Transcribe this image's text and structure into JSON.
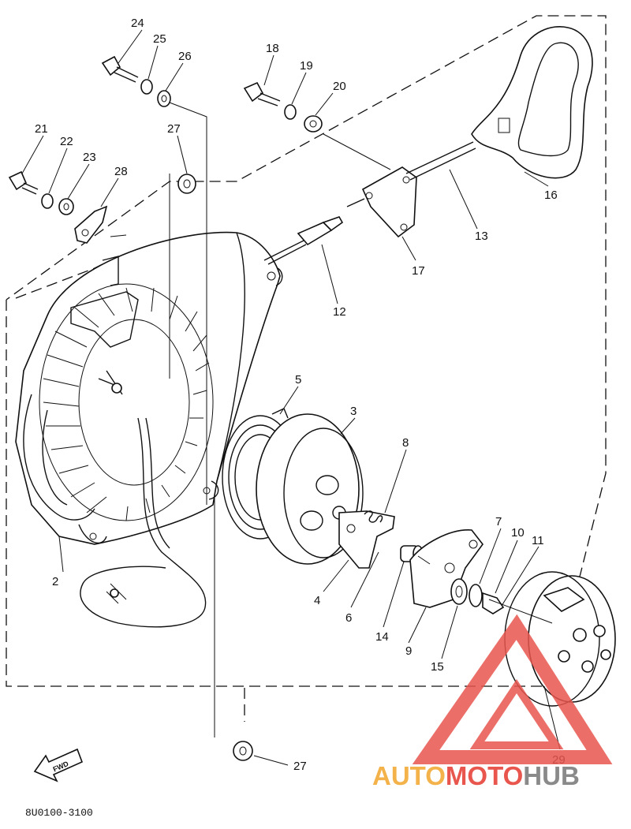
{
  "diagram": {
    "part_labels": {
      "p2": "2",
      "p3": "3",
      "p4": "4",
      "p5": "5",
      "p6": "6",
      "p7": "7",
      "p8": "8",
      "p9": "9",
      "p10": "10",
      "p11": "11",
      "p12": "12",
      "p13": "13",
      "p14": "14",
      "p15": "15",
      "p16": "16",
      "p17": "17",
      "p18": "18",
      "p19": "19",
      "p20": "20",
      "p21": "21",
      "p22": "22",
      "p23": "23",
      "p24": "24",
      "p25": "25",
      "p26": "26",
      "p27a": "27",
      "p27b": "27",
      "p28": "28",
      "p29": "29"
    },
    "diagram_code": "8U0100-3100",
    "direction_marker": "FWD"
  },
  "watermark": {
    "text_auto": "AUTO",
    "text_moto": "MOTO",
    "text_hub": "HUB",
    "color_auto": "#f4b24a",
    "color_moto": "#e8564e",
    "color_hub": "#8a8a8a",
    "logo_color": "#e8564e"
  }
}
